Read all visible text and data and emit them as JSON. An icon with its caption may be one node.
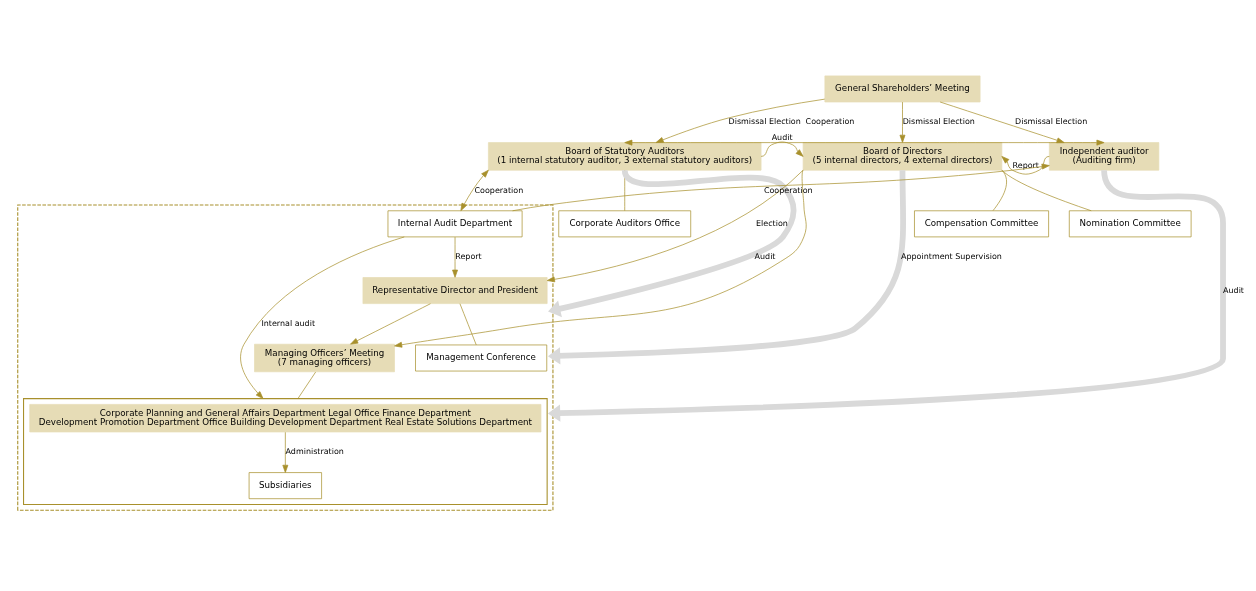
{
  "diagram": {
    "nodes": [
      {
        "text": [
          "General Shareholders’ Meeting"
        ]
      },
      {
        "text": [
          "Board of Statutory Auditors",
          "(1 internal statutory auditor, 3 external statutory auditors)"
        ]
      },
      {
        "text": [
          "Board of Directors",
          "(5 internal directors, 4 external directors)"
        ]
      },
      {
        "text": [
          "Independent auditor",
          "(Auditing firm)"
        ]
      },
      {
        "text": [
          "Corporate Auditors Office"
        ]
      },
      {
        "text": [
          "Nomination Committee"
        ]
      },
      {
        "text": [
          "Compensation Committee"
        ]
      },
      {
        "text": [],
        "shape": "box"
      },
      {
        "text": [
          "Representative Director and President"
        ],
        "in": 7
      },
      {
        "text": [
          "Managing Officers’ Meeting",
          "(7 managing officers)"
        ],
        "in": 7
      },
      {
        "text": [
          "Management Conference"
        ],
        "in": 7
      },
      {
        "text": [
          "Internal Audit Department"
        ],
        "in": 7
      },
      {
        "text": [],
        "shape": "box",
        "in": 7
      },
      {
        "text": [
          "Corporate Planning and General Affairs Department Legal Office Finance Department",
          "Development Promotion Department Office Building Development Department Real Estate Solutions Department"
        ],
        "in": 12
      },
      {
        "text": [
          "Subsidiaries"
        ],
        "in": 12
      }
    ],
    "edges": [
      {
        "from": 0,
        "to": 1,
        "arrow": "to",
        "label": "Dismissal Election"
      },
      {
        "from": 0,
        "to": 2,
        "arrow": "to",
        "label": "Dismissal Election"
      },
      {
        "from": 0,
        "to": 3,
        "arrow": "to",
        "label": "Dismissal Election"
      },
      {
        "from": 1,
        "to": 3,
        "arrow": "both",
        "label": "Cooperation"
      },
      {
        "from": 1,
        "to": 2,
        "arrow": "to",
        "label": "Audit"
      },
      {
        "from": 3,
        "to": 2,
        "arrow": "to",
        "label": "Report"
      },
      {
        "from": 1,
        "to": 4,
        "arrow": "none"
      },
      {
        "from": 2,
        "to": 5,
        "arrow": "none"
      },
      {
        "from": 2,
        "to": 6,
        "arrow": "none"
      },
      {
        "from": 1,
        "to": 7,
        "arrow": "to",
        "label": "Audit",
        "style": "thick",
        "color": "#d9d9d9"
      },
      {
        "from": 2,
        "to": 7,
        "arrow": "to",
        "label": "Appointment Supervision",
        "style": "thick",
        "color": "#d9d9d9"
      },
      {
        "from": 3,
        "to": 7,
        "arrow": "to",
        "label": "Audit",
        "style": "thick",
        "color": "#d9d9d9"
      },
      {
        "from": 2,
        "to": 8,
        "arrow": "to",
        "label": "Election"
      },
      {
        "from": 2,
        "to": 9,
        "arrow": "to"
      },
      {
        "from": 8,
        "to": 9,
        "arrow": "to"
      },
      {
        "from": 8,
        "to": 10,
        "arrow": "none"
      },
      {
        "from": 9,
        "to": 12,
        "arrow": "none"
      },
      {
        "from": 1,
        "to": 11,
        "arrow": "both",
        "label": "Cooperation"
      },
      {
        "from": 11,
        "to": 8,
        "arrow": "to",
        "label": "Report"
      },
      {
        "from": 11,
        "to": 12,
        "arrow": "to",
        "label": "Internal audit"
      },
      {
        "from": 13,
        "to": 14,
        "arrow": "to",
        "label": "Administration"
      },
      {
        "from": 11,
        "to": 3,
        "arrow": "to",
        "label": "Cooperation"
      }
    ]
  }
}
